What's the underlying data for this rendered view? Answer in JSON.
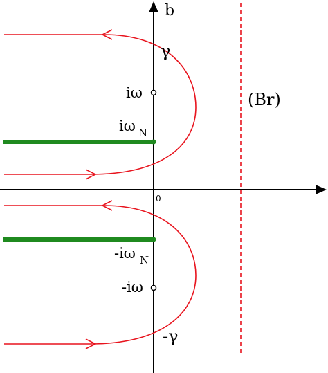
{
  "axes": {
    "vertical_label": "b",
    "origin_label": "0"
  },
  "labels": {
    "gamma": "γ",
    "minus_gamma": "-γ",
    "i_omega": "iω",
    "minus_i_omega": "-iω",
    "i_omega_n": "iω",
    "i_omega_n_sub": "N",
    "minus_i_omega_n": "-iω",
    "minus_i_omega_n_sub": "N",
    "bromwich": "(Br)"
  },
  "colors": {
    "axis": "#000000",
    "contour": "#e8141e",
    "branch_cut": "#1f8a1f",
    "bromwich_line": "#e8141e"
  }
}
